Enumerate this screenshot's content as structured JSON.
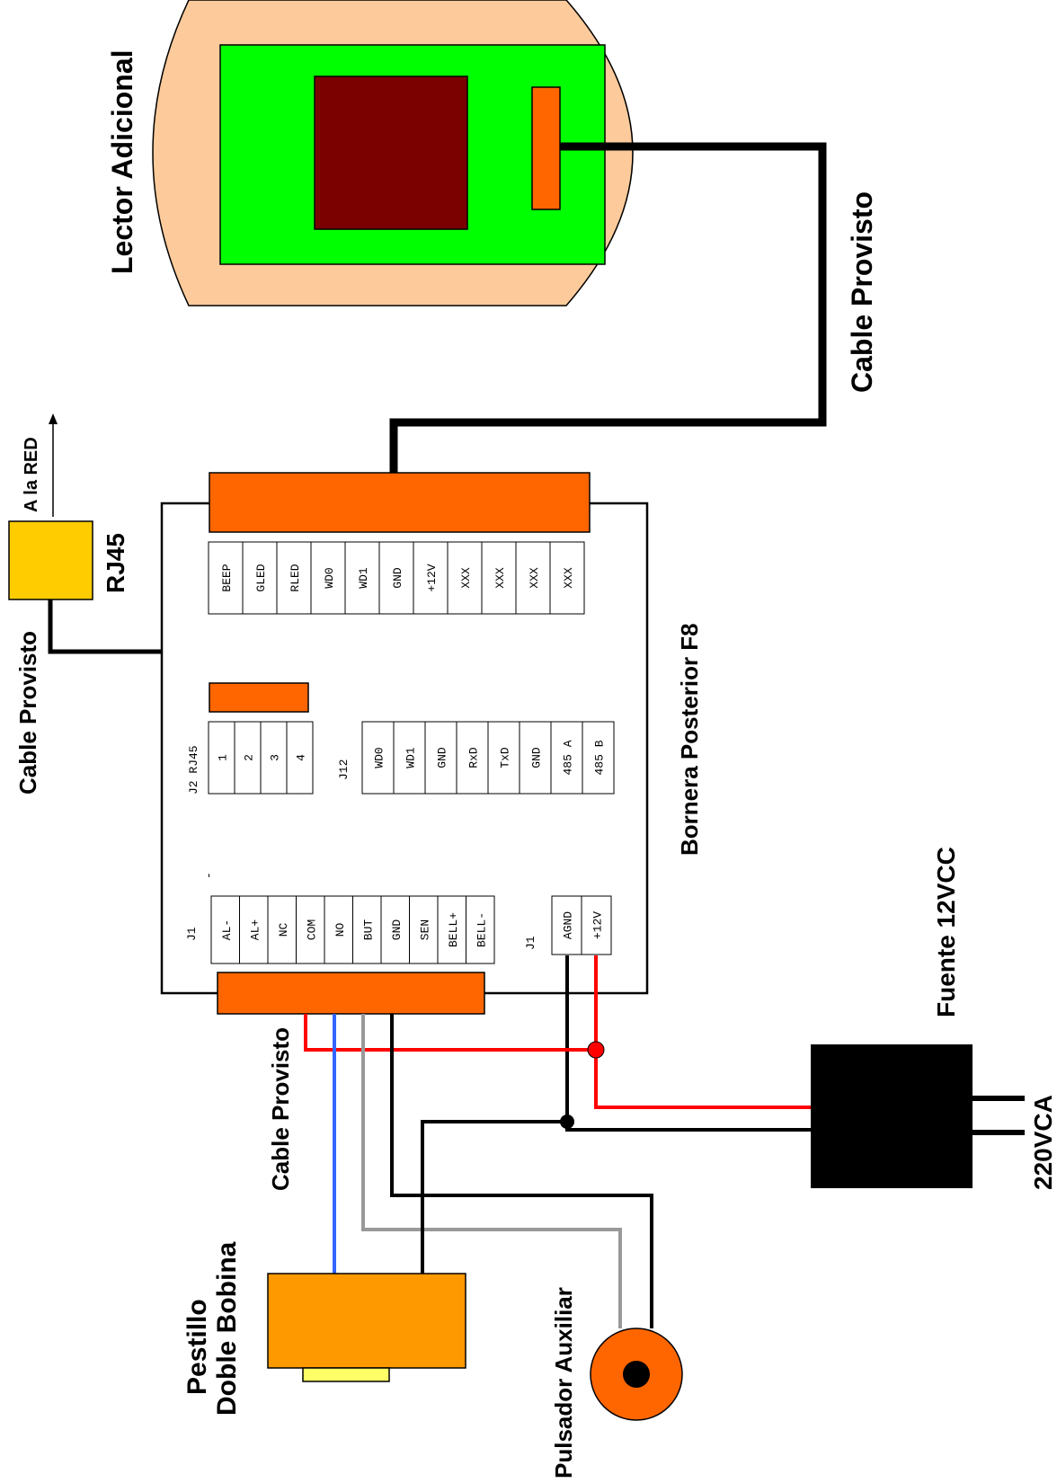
{
  "labels": {
    "lector_adicional": "Lector Adicional",
    "cable_provisto_top": "Cable Provisto",
    "a_la_red": "A la RED",
    "rj45": "RJ45",
    "cable_provisto_left": "Cable Provisto",
    "bornera": "Bornera Posterior F8",
    "fuente": "Fuente 12VCC",
    "vca": "220VCA",
    "cable_provisto_bottom": "Cable Provisto",
    "pestillo_1": "Pestillo",
    "pestillo_2": "Doble Bobina",
    "pulsador": "Pulsador Auxiliar"
  },
  "connectors": {
    "j2_label": "J2 RJ45",
    "j12_label": "J12",
    "j1_label": "J1",
    "j1_power_label": "J1",
    "dash": "-"
  },
  "top_pins": [
    "BEEP",
    "GLED",
    "RLED",
    "WD0",
    "WD1",
    "GND",
    "+12V",
    "XXX",
    "XXX",
    "XXX",
    "XXX"
  ],
  "j2_pins": [
    "1",
    "2",
    "3",
    "4"
  ],
  "j12_pins": [
    "WD0",
    "WD1",
    "GND",
    "RxD",
    "TxD",
    "GND",
    "485 A",
    "485 B"
  ],
  "j1_pins": [
    "AL-",
    "AL+",
    "NC",
    "COM",
    "NO",
    "BUT",
    "GND",
    "SEN",
    "BELL+",
    "BELL-"
  ],
  "power_pins": [
    "AGND",
    "+12V"
  ],
  "colors": {
    "reader_body": "#fdcb9b",
    "reader_board": "#00ff00",
    "reader_chip": "#7b0000",
    "terminal": "#ff6600",
    "rj45": "#ffcc00",
    "latch": "#ff9900",
    "latch_base": "#ffff66",
    "wire_red": "#ff0000",
    "wire_blue": "#3366ff",
    "wire_gray": "#999999",
    "wire_black": "#000000"
  }
}
